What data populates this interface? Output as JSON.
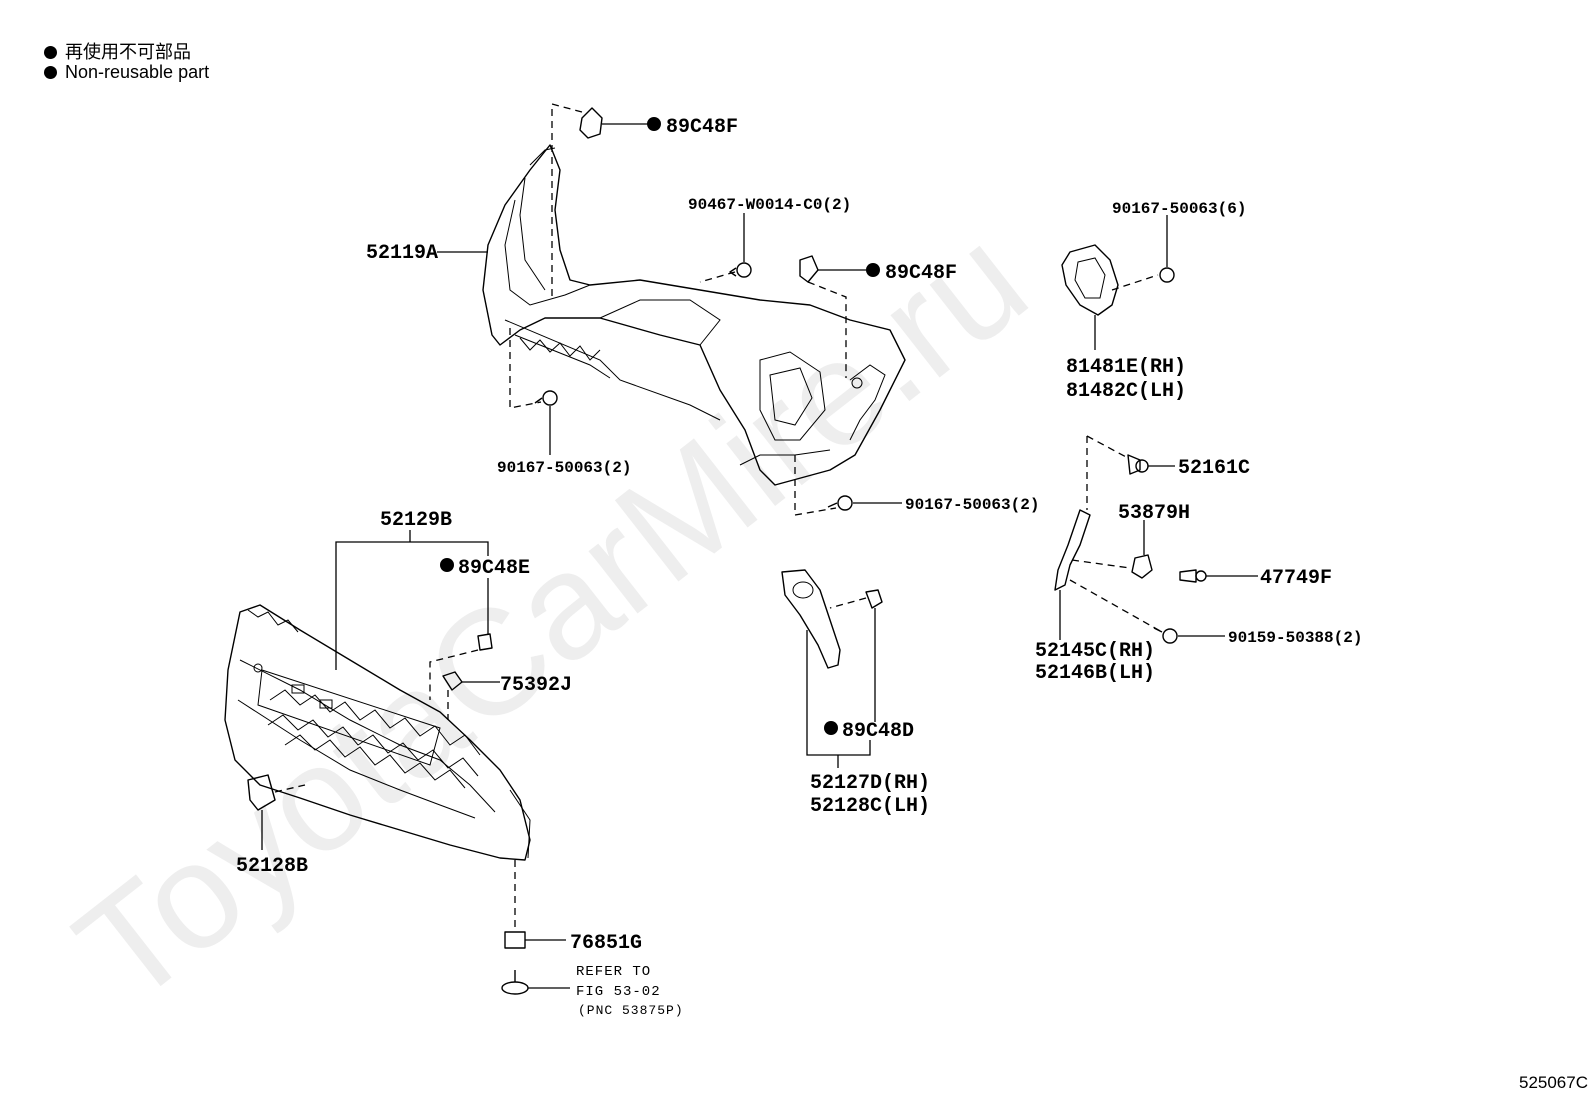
{
  "legend": {
    "line1": "再使用不可部品",
    "line2": "Non-reusable part"
  },
  "watermark": "ToyotaCarMire.ru",
  "figure_id": "525067C",
  "callouts": {
    "c_89c48f_top": "89C48F",
    "c_52119a": "52119A",
    "c_90467": "90467-W0014-C0(2)",
    "c_89c48f_mid": "89C48F",
    "c_90167_6": "90167-50063(6)",
    "c_81481e": "81481E(RH)",
    "c_81482c": "81482C(LH)",
    "c_90167_2_left": "90167-50063(2)",
    "c_90167_2_mid": "90167-50063(2)",
    "c_52161c": "52161C",
    "c_52129b": "52129B",
    "c_89c48e": "89C48E",
    "c_53879h": "53879H",
    "c_47749f": "47749F",
    "c_75392j": "75392J",
    "c_90159": "90159-50388(2)",
    "c_52145c": "52145C(RH)",
    "c_52146b": "52146B(LH)",
    "c_89c48d": "89C48D",
    "c_52127d": "52127D(RH)",
    "c_52128c": "52128C(LH)",
    "c_52128b": "52128B",
    "c_76851g": "76851G",
    "c_refer1": "REFER TO",
    "c_refer2": "FIG 53-02",
    "c_refer3": "(PNC 53875P)"
  }
}
